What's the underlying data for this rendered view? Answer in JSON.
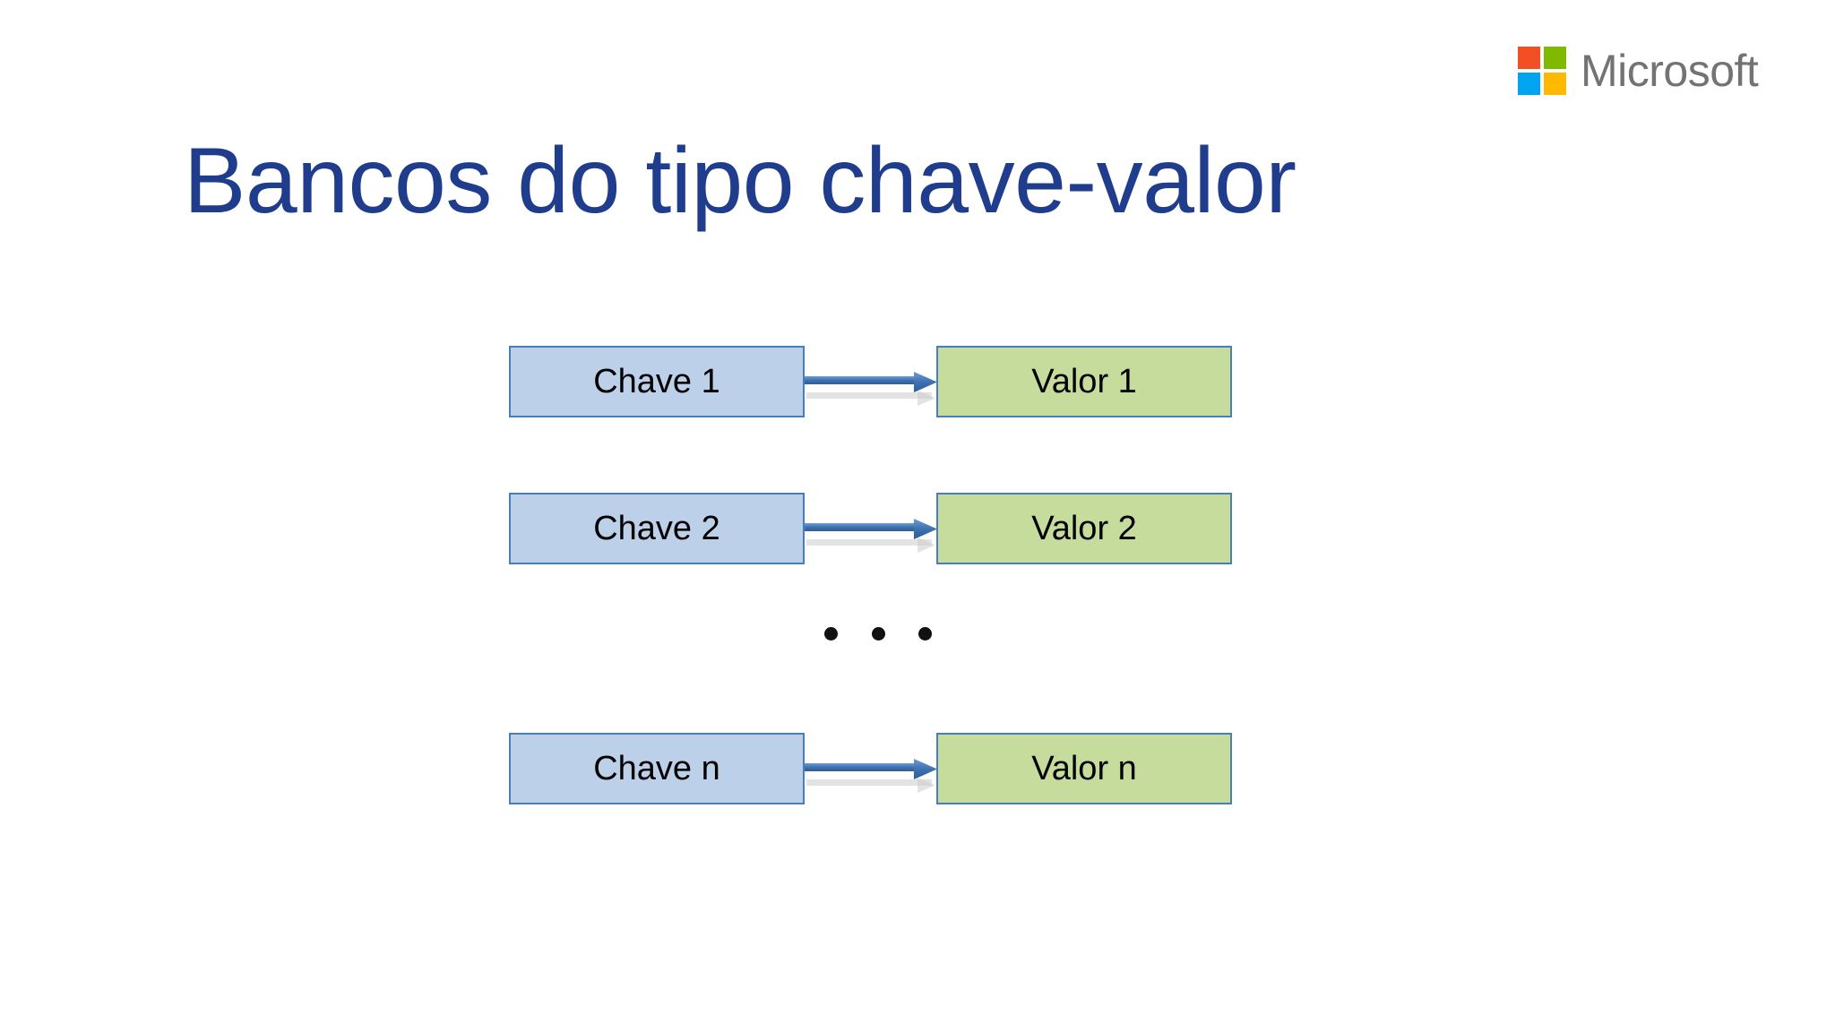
{
  "slide": {
    "title": "Bancos do tipo chave-valor",
    "background_color": "#FFFFFF",
    "title_color": "#1F3D8C"
  },
  "brand": {
    "name": "Microsoft",
    "logo_icon": "microsoft-squares-icon",
    "wordmark_color": "#737373",
    "square_colors": {
      "top_left": "#F25022",
      "top_right": "#7FBA00",
      "bottom_left": "#00A4EF",
      "bottom_right": "#FFB900"
    }
  },
  "diagram": {
    "type": "key-value-mapping",
    "key_box_fill": "#BDD0EA",
    "value_box_fill": "#C5DC9C",
    "box_border_color": "#4A7EBB",
    "arrow_color": "#4A7EBB",
    "ellipsis_label": "...",
    "rows": [
      {
        "key": "Chave 1",
        "value": "Valor 1",
        "arrow_icon": "arrow-right-icon"
      },
      {
        "key": "Chave 2",
        "value": "Valor 2",
        "arrow_icon": "arrow-right-icon"
      },
      {
        "key": "Chave n",
        "value": "Valor n",
        "arrow_icon": "arrow-right-icon"
      }
    ]
  }
}
